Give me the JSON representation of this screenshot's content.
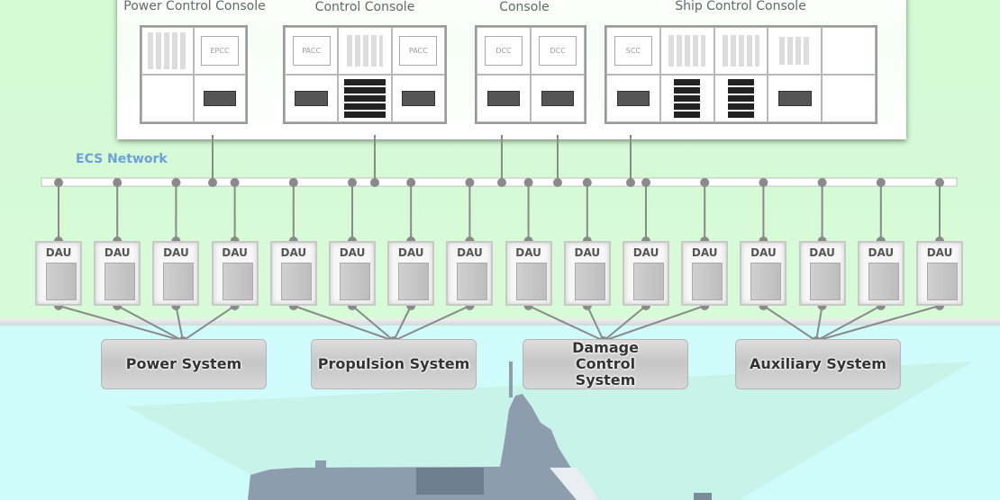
{
  "network": {
    "label": "ECS Network"
  },
  "consoles": [
    {
      "title": "Power Control Console",
      "screens": [
        "EPCC"
      ]
    },
    {
      "title": "Propulsion/Auxiliary Control Console",
      "screens": [
        "PACC",
        "PACC"
      ]
    },
    {
      "title": "Damage Control Console",
      "screens": [
        "DCC",
        "DCC"
      ]
    },
    {
      "title": "Ship Control Console",
      "screens": [
        "SCC"
      ]
    }
  ],
  "dau": {
    "label": "DAU",
    "count": 16
  },
  "systems": [
    {
      "label": "Power System"
    },
    {
      "label": "Propulsion System"
    },
    {
      "label": "Damage Control System"
    },
    {
      "label": "Auxiliary System"
    }
  ],
  "colors": {
    "top_background": "#d4fad4",
    "bottom_background": "#cffbfb",
    "network_label": "#6c9fdc",
    "connector": "#8a8a8a",
    "ship": "#8d9cac"
  }
}
